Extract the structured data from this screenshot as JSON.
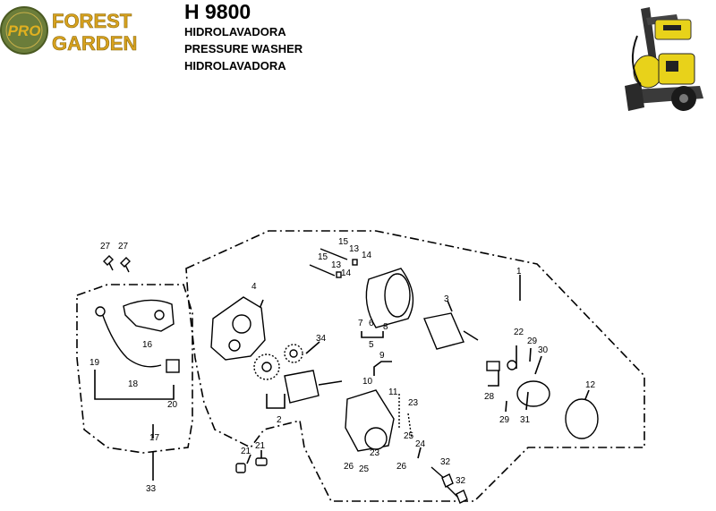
{
  "header": {
    "brand_line1": "FOREST",
    "brand_line2": "GARDEN",
    "badge_text": "PRO",
    "model": "H 9800",
    "subtitles": [
      "HIDROLAVADORA",
      "PRESSURE WASHER",
      "HIDROLAVADORA"
    ]
  },
  "colors": {
    "brand_green": "#5a7a2a",
    "brand_gold": "#d8a21e",
    "machine_yellow": "#e8d21a"
  },
  "parts": {
    "p1": "1",
    "p2": "2",
    "p3": "3",
    "p4": "4",
    "p5": "5",
    "p6": "6",
    "p7": "7",
    "p8": "8",
    "p9": "9",
    "p10": "10",
    "p11": "11",
    "p12": "12",
    "p13a": "13",
    "p13b": "13",
    "p14a": "14",
    "p14b": "14",
    "p15a": "15",
    "p15b": "15",
    "p16": "16",
    "p17": "17",
    "p18": "18",
    "p19": "19",
    "p20": "20",
    "p21a": "21",
    "p21b": "21",
    "p22": "22",
    "p23a": "23",
    "p23b": "23",
    "p24": "24",
    "p25a": "25",
    "p25b": "25",
    "p26a": "26",
    "p26b": "26",
    "p27a": "27",
    "p27b": "27",
    "p28": "28",
    "p29a": "29",
    "p29b": "29",
    "p30": "30",
    "p31": "31",
    "p32a": "32",
    "p32b": "32",
    "p33": "33",
    "p34": "34"
  }
}
